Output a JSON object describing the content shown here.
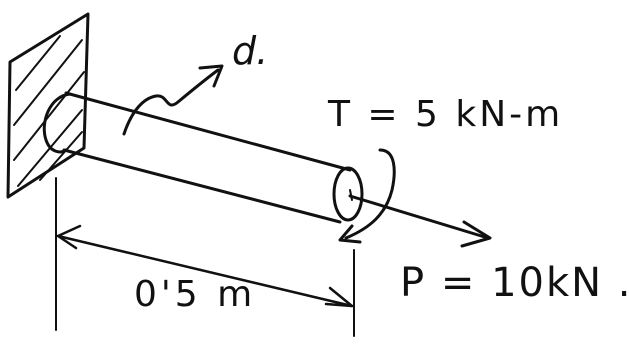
{
  "labels": {
    "diameter": "d.",
    "torque": "T = 5 kN-m",
    "length": "0'5 m",
    "force": "P = 10kN ."
  },
  "colors": {
    "ink": "#111111",
    "paper": "#ffffff"
  }
}
